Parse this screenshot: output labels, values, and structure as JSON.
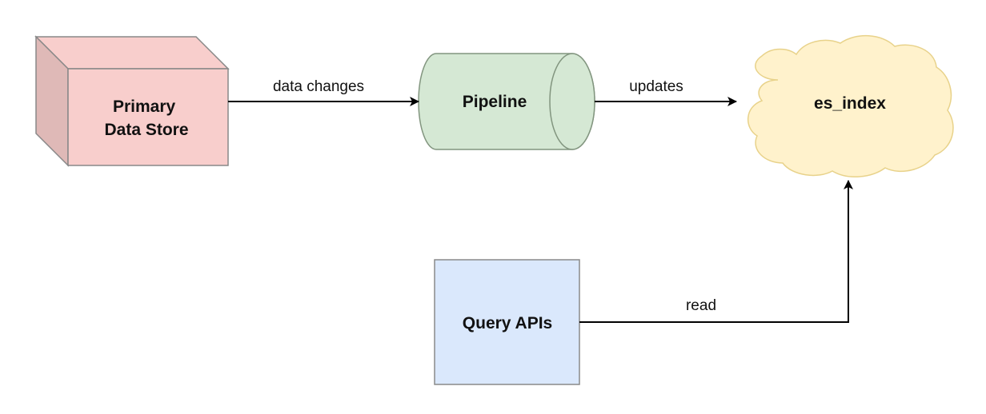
{
  "nodes": {
    "primary_store": {
      "label_line1": "Primary",
      "label_line2": "Data Store",
      "fill": "#f8cecc",
      "side_fill": "#dfb9b7",
      "stroke": "#888888"
    },
    "pipeline": {
      "label": "Pipeline",
      "fill": "#d5e8d4",
      "stroke": "#82957f"
    },
    "es_index": {
      "label": "es_index",
      "fill": "#fff2cc",
      "stroke": "#e8d28a"
    },
    "query_apis": {
      "label": "Query APIs",
      "fill": "#dae8fc",
      "stroke": "#8a8a8a"
    }
  },
  "edges": {
    "store_to_pipeline": {
      "label": "data changes"
    },
    "pipeline_to_index": {
      "label": "updates"
    },
    "query_to_index": {
      "label": "read"
    }
  },
  "colors": {
    "edge": "#000000",
    "background": "#ffffff"
  }
}
